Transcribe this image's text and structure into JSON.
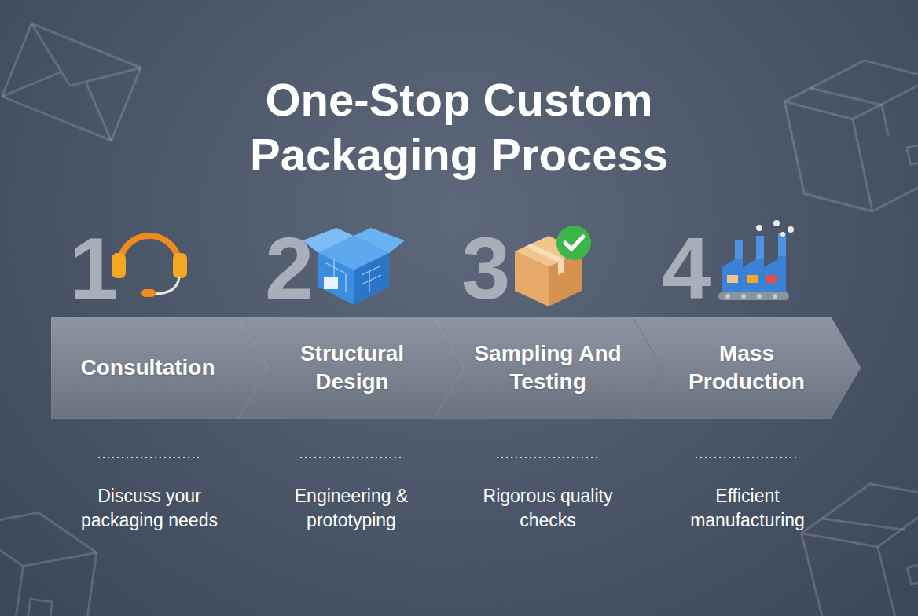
{
  "diagram": {
    "title": "One-Stop Custom Packaging Process",
    "nodes": [
      {
        "text": [
          "Consultation"
        ]
      },
      {
        "text": [
          "Structural Design"
        ]
      },
      {
        "text": [
          "Sampling And Testing"
        ]
      },
      {
        "text": [
          "Mass Production"
        ]
      }
    ],
    "labels": [
      "1",
      "2",
      "3",
      "4",
      "Discuss your packaging needs",
      "Engineering & prototyping",
      "Rigorous quality checks",
      "Efficient manufacturing"
    ]
  }
}
